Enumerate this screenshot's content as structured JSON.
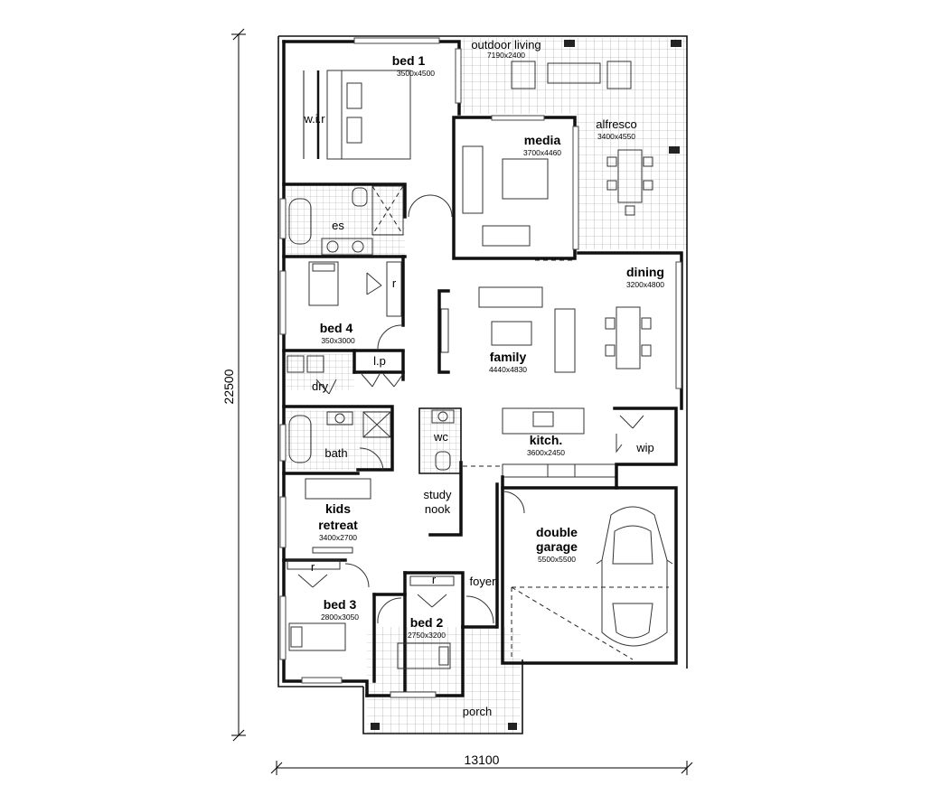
{
  "plan": {
    "overall_height": "22500",
    "overall_width": "13100",
    "rooms": {
      "outdoor_living": {
        "name": "outdoor living",
        "dim": "7190x2400"
      },
      "bed1": {
        "name": "bed 1",
        "dim": "3500x4500"
      },
      "wir": {
        "name": "w.i.r"
      },
      "media": {
        "name": "media",
        "dim": "3700x4460"
      },
      "alfresco": {
        "name": "alfresco",
        "dim": "3400x4550"
      },
      "es": {
        "name": "es"
      },
      "dining": {
        "name": "dining",
        "dim": "3200x4800"
      },
      "r_bed4": {
        "name": "r"
      },
      "bed4": {
        "name": "bed 4",
        "dim": "350x3000"
      },
      "family": {
        "name": "family",
        "dim": "4440x4830"
      },
      "lp": {
        "name": "l.p"
      },
      "dry": {
        "name": "dry"
      },
      "wc": {
        "name": "wc"
      },
      "kitch": {
        "name": "kitch.",
        "dim": "3600x2450"
      },
      "wip": {
        "name": "wip"
      },
      "bath": {
        "name": "bath"
      },
      "study": {
        "name": "study"
      },
      "nook": {
        "name": "nook"
      },
      "kids": {
        "name": "kids"
      },
      "retreat": {
        "name": "retreat",
        "dim": "3400x2700"
      },
      "double": {
        "name": "double"
      },
      "garage": {
        "name": "garage",
        "dim": "5500x5500"
      },
      "r_bed3": {
        "name": "r"
      },
      "r_bed2": {
        "name": "r"
      },
      "foyer": {
        "name": "foyer"
      },
      "bed3": {
        "name": "bed 3",
        "dim": "2800x3050"
      },
      "bed2": {
        "name": "bed 2",
        "dim": "2750x3200"
      },
      "porch": {
        "name": "porch"
      }
    }
  }
}
